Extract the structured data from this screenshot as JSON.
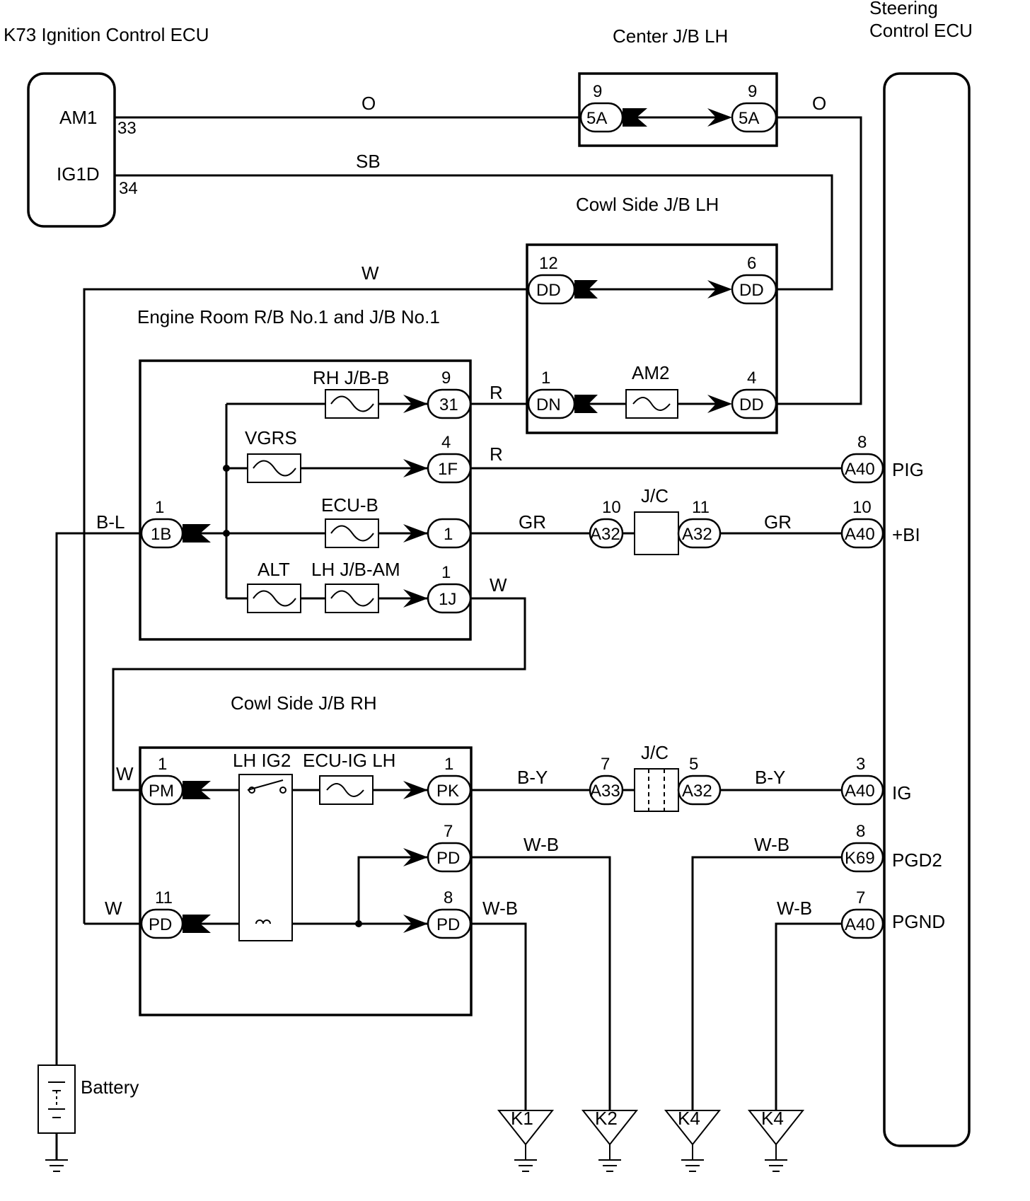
{
  "components": {
    "ignition_ecu": {
      "name": "K73 Ignition Control ECU",
      "am1": "AM1",
      "ig1d": "IG1D",
      "pin_am1": "33",
      "pin_ig1d": "34"
    },
    "center_jb": {
      "name": "Center J/B LH",
      "left_pin": "9",
      "left_conn": "5A",
      "right_pin": "9",
      "right_conn": "5A"
    },
    "cowl_lh": {
      "name": "Cowl Side J/B LH",
      "t12": "12",
      "dd": "DD",
      "t6": "6",
      "t1": "1",
      "dn": "DN",
      "t4": "4",
      "fuse_am2": "AM2"
    },
    "engine_room": {
      "name": "Engine Room R/B No.1 and J/B No.1",
      "fuse_rh": "RH J/B-B",
      "fuse_vgrs": "VGRS",
      "fuse_ecub": "ECU-B",
      "fuse_alt": "ALT",
      "fuse_lhjbam": "LH J/B-AM",
      "pin_9": "9",
      "conn_31": "31",
      "pin_4": "4",
      "conn_1f": "1F",
      "conn_1": "1",
      "pin_1b": "1",
      "conn_1b": "1B",
      "pin_1j": "1",
      "conn_1j": "1J"
    },
    "cowl_rh": {
      "name": "Cowl Side J/B RH",
      "relay": "LH IG2",
      "fuse": "ECU-IG LH",
      "pm_pin": "1",
      "pm": "PM",
      "pk_pin": "1",
      "pk": "PK",
      "pd7_pin": "7",
      "pd8_pin": "8",
      "pd11_pin": "11",
      "pd": "PD"
    },
    "steering_ecu": {
      "name_line1": "Steering",
      "name_line2": "Control ECU",
      "pig": "PIG",
      "bi": "+BI",
      "ig": "IG",
      "pgd2": "PGD2",
      "pgnd": "PGND"
    },
    "jc1": {
      "name": "J/C",
      "left_pin": "10",
      "left_conn": "A32",
      "right_pin": "11",
      "right_conn": "A32"
    },
    "jc2": {
      "name": "J/C",
      "left_pin": "7",
      "left_conn": "A33",
      "right_pin": "5",
      "right_conn": "A32"
    },
    "steering_pins": {
      "a40_8": "8",
      "a40_10": "10",
      "a40_3": "3",
      "k69_8": "8",
      "a40_7": "7",
      "a40": "A40",
      "k69": "K69"
    },
    "battery": "Battery",
    "grounds": [
      "K1",
      "K2",
      "K4",
      "K4"
    ]
  },
  "wires": {
    "o1": "O",
    "o2": "O",
    "sb": "SB",
    "w_top": "W",
    "r1": "R",
    "r2": "R",
    "bl": "B-L",
    "gr1": "GR",
    "gr2": "GR",
    "w_1j": "W",
    "w_pm": "W",
    "w_pd": "W",
    "by1": "B-Y",
    "by2": "B-Y",
    "wb_pd7": "W-B",
    "wb_pd8": "W-B",
    "wb_k69": "W-B",
    "wb_a40": "W-B"
  }
}
